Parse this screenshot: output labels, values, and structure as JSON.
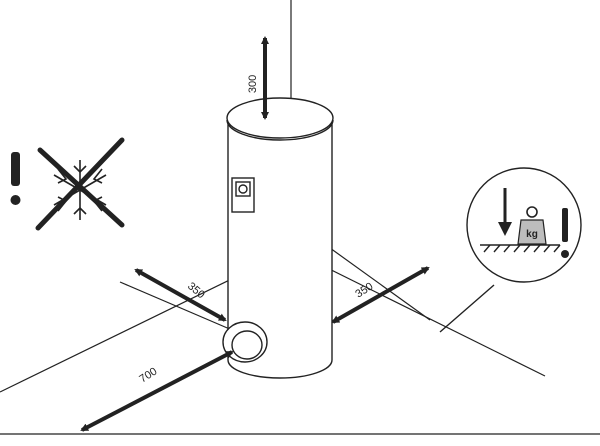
{
  "clearances": {
    "top": "300",
    "left_side": "350",
    "right_side": "350",
    "front": "700"
  },
  "weight_icon": {
    "unit": "kg"
  },
  "icons": [
    "warning-exclamation-icon",
    "no-frost-icon",
    "snowflake-icon",
    "floor-load-icon",
    "weight-icon"
  ],
  "colors": {
    "line": "#222222",
    "background": "#ffffff"
  }
}
